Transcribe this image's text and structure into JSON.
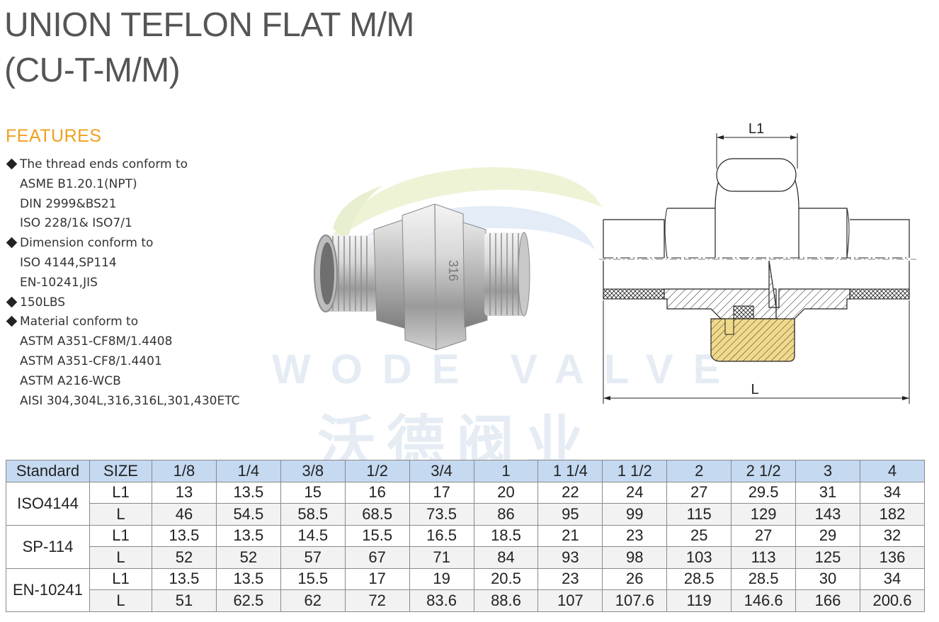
{
  "title": {
    "line1": "UNION TEFLON FLAT M/M",
    "line2": "(CU-T-M/M)"
  },
  "features": {
    "heading": "FEATURES",
    "lines": [
      {
        "type": "head",
        "text": "The thread ends conform to"
      },
      {
        "type": "sub",
        "text": "ASME B1.20.1(NPT)"
      },
      {
        "type": "sub",
        "text": "DIN 2999&BS21"
      },
      {
        "type": "sub",
        "text": "ISO 228/1& ISO7/1"
      },
      {
        "type": "head",
        "text": "Dimension conform to"
      },
      {
        "type": "sub",
        "text": "ISO 4144,SP114"
      },
      {
        "type": "sub",
        "text": "EN-10241,JIS"
      },
      {
        "type": "head",
        "text": "150LBS"
      },
      {
        "type": "head",
        "text": "Material conform to"
      },
      {
        "type": "sub",
        "text": "ASTM A351-CF8M/1.4408"
      },
      {
        "type": "sub",
        "text": "ASTM A351-CF8/1.4401"
      },
      {
        "type": "sub",
        "text": "ASTM A216-WCB"
      },
      {
        "type": "sub",
        "text": "AISI 304,304L,316,316L,301,430ETC"
      }
    ]
  },
  "watermark": {
    "english": "WODE VALVE",
    "chinese": "沃德阀业"
  },
  "product": {
    "marking": "316"
  },
  "diagram": {
    "l1_label": "L1",
    "l_label": "L"
  },
  "colors": {
    "title": "#555555",
    "features_heading": "#f0a020",
    "table_header": "#c5d9f1",
    "table_alt_row": "#f2f2f2",
    "watermark": "#e6ecf4"
  },
  "table": {
    "headers": [
      "Standard",
      "SIZE",
      "1/8",
      "1/4",
      "3/8",
      "1/2",
      "3/4",
      "1",
      "1 1/4",
      "1 1/2",
      "2",
      "2 1/2",
      "3",
      "4"
    ],
    "groups": [
      {
        "standard": "ISO4144",
        "rows": [
          {
            "param": "L1",
            "values": [
              "13",
              "13.5",
              "15",
              "16",
              "17",
              "20",
              "22",
              "24",
              "27",
              "29.5",
              "31",
              "34"
            ]
          },
          {
            "param": "L",
            "values": [
              "46",
              "54.5",
              "58.5",
              "68.5",
              "73.5",
              "86",
              "95",
              "99",
              "115",
              "129",
              "143",
              "182"
            ]
          }
        ]
      },
      {
        "standard": "SP-114",
        "rows": [
          {
            "param": "L1",
            "values": [
              "13.5",
              "13.5",
              "14.5",
              "15.5",
              "16.5",
              "18.5",
              "21",
              "23",
              "25",
              "27",
              "29",
              "32"
            ]
          },
          {
            "param": "L",
            "values": [
              "52",
              "52",
              "57",
              "67",
              "71",
              "84",
              "93",
              "98",
              "103",
              "113",
              "125",
              "136"
            ]
          }
        ]
      },
      {
        "standard": "EN-10241",
        "rows": [
          {
            "param": "L1",
            "values": [
              "13.5",
              "13.5",
              "15.5",
              "17",
              "19",
              "20.5",
              "23",
              "26",
              "28.5",
              "28.5",
              "30",
              "34"
            ]
          },
          {
            "param": "L",
            "values": [
              "51",
              "62.5",
              "62",
              "72",
              "83.6",
              "88.6",
              "107",
              "107.6",
              "119",
              "146.6",
              "166",
              "200.6"
            ]
          }
        ]
      }
    ]
  }
}
